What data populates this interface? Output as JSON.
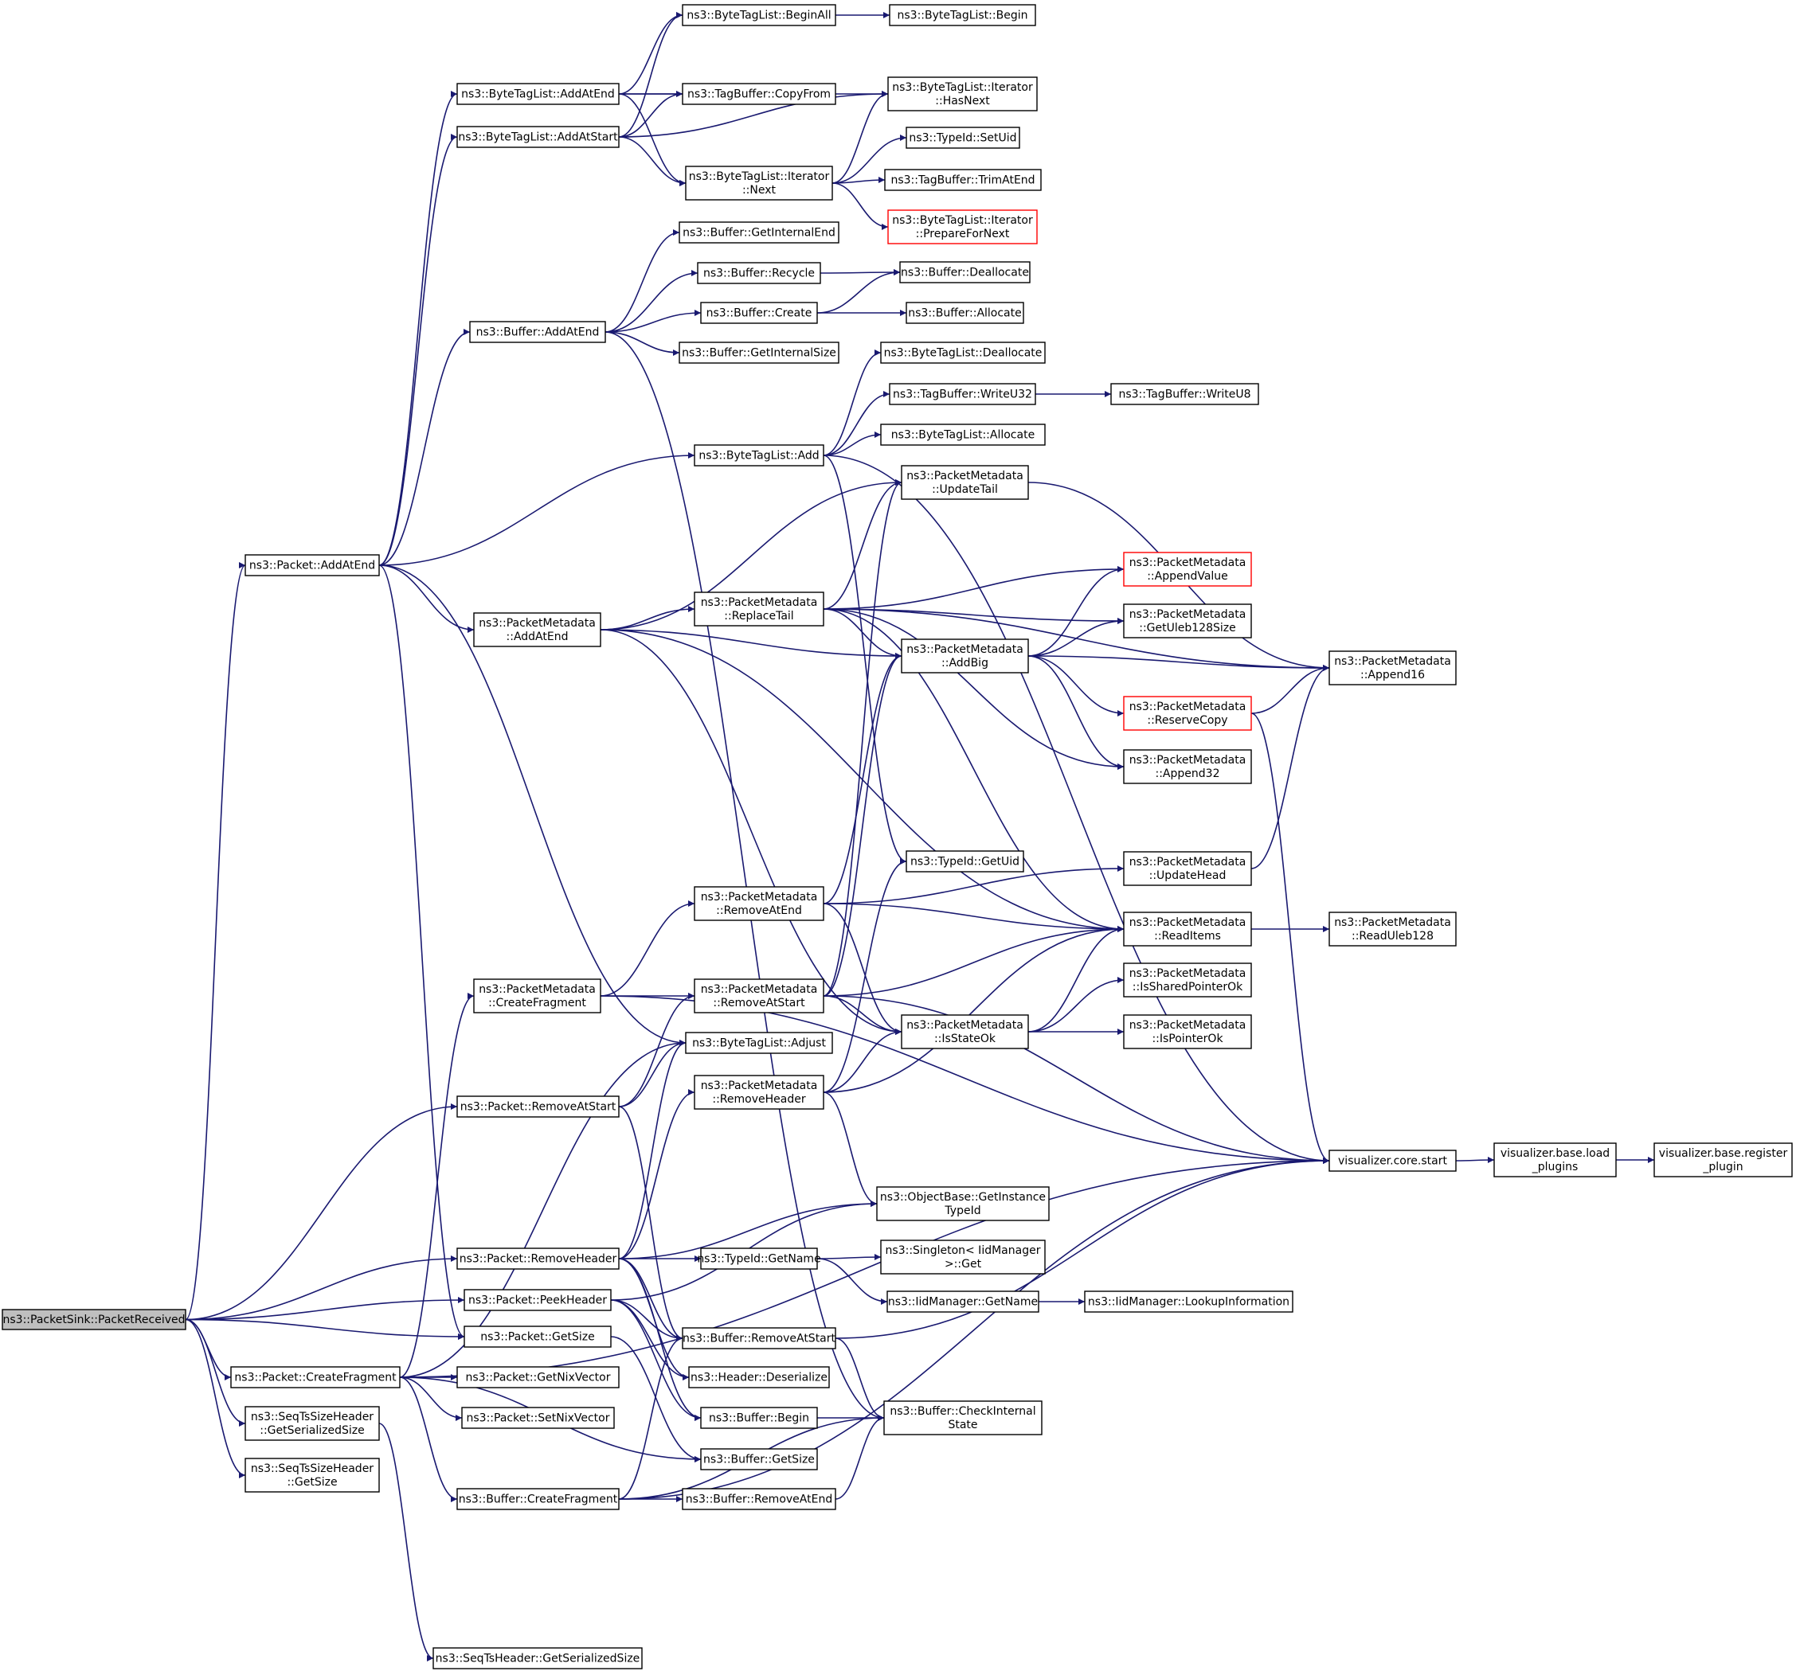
{
  "colors": {
    "edge": "#191970",
    "node_border": "#000000",
    "node_fill": "#ffffff",
    "root_fill": "#bfbfbf",
    "truncated_border": "#ff0000",
    "text": "#000000"
  },
  "nodes": [
    {
      "id": "root",
      "lines": [
        "ns3::PacketSink::PacketReceived"
      ],
      "root": true
    },
    {
      "id": "p_addatend",
      "lines": [
        "ns3::Packet::AddAtEnd"
      ]
    },
    {
      "id": "p_removeatstart",
      "lines": [
        "ns3::Packet::RemoveAtStart"
      ]
    },
    {
      "id": "p_removeheader",
      "lines": [
        "ns3::Packet::RemoveHeader"
      ]
    },
    {
      "id": "p_peekheader",
      "lines": [
        "ns3::Packet::PeekHeader"
      ]
    },
    {
      "id": "p_getsize",
      "lines": [
        "ns3::Packet::GetSize"
      ]
    },
    {
      "id": "p_createfragment",
      "lines": [
        "ns3::Packet::CreateFragment"
      ]
    },
    {
      "id": "seq_getser",
      "lines": [
        "ns3::SeqTsSizeHeader",
        "::GetSerializedSize"
      ]
    },
    {
      "id": "seq_getsize",
      "lines": [
        "ns3::SeqTsSizeHeader",
        "::GetSize"
      ]
    },
    {
      "id": "btl_addatend",
      "lines": [
        "ns3::ByteTagList::AddAtEnd"
      ]
    },
    {
      "id": "btl_addatstart",
      "lines": [
        "ns3::ByteTagList::AddAtStart"
      ]
    },
    {
      "id": "b_addatend",
      "lines": [
        "ns3::Buffer::AddAtEnd"
      ]
    },
    {
      "id": "pm_addatend",
      "lines": [
        "ns3::PacketMetadata",
        "::AddAtEnd"
      ]
    },
    {
      "id": "pm_createfragment",
      "lines": [
        "ns3::PacketMetadata",
        "::CreateFragment"
      ]
    },
    {
      "id": "p_getnixvector",
      "lines": [
        "ns3::Packet::GetNixVector"
      ]
    },
    {
      "id": "p_setnixvector",
      "lines": [
        "ns3::Packet::SetNixVector"
      ]
    },
    {
      "id": "b_createfragment",
      "lines": [
        "ns3::Buffer::CreateFragment"
      ]
    },
    {
      "id": "seqts_getser",
      "lines": [
        "ns3::SeqTsHeader::GetSerializedSize"
      ]
    },
    {
      "id": "btl_beginall",
      "lines": [
        "ns3::ByteTagList::BeginAll"
      ]
    },
    {
      "id": "tb_copyfrom",
      "lines": [
        "ns3::TagBuffer::CopyFrom"
      ]
    },
    {
      "id": "btli_next",
      "lines": [
        "ns3::ByteTagList::Iterator",
        "::Next"
      ]
    },
    {
      "id": "b_getinternalend",
      "lines": [
        "ns3::Buffer::GetInternalEnd"
      ]
    },
    {
      "id": "b_recycle",
      "lines": [
        "ns3::Buffer::Recycle"
      ]
    },
    {
      "id": "b_create",
      "lines": [
        "ns3::Buffer::Create"
      ]
    },
    {
      "id": "b_getinternalsize",
      "lines": [
        "ns3::Buffer::GetInternalSize"
      ]
    },
    {
      "id": "btl_add",
      "lines": [
        "ns3::ByteTagList::Add"
      ]
    },
    {
      "id": "pm_replacetail",
      "lines": [
        "ns3::PacketMetadata",
        "::ReplaceTail"
      ]
    },
    {
      "id": "pm_removeatend",
      "lines": [
        "ns3::PacketMetadata",
        "::RemoveAtEnd"
      ]
    },
    {
      "id": "pm_removeatstart",
      "lines": [
        "ns3::PacketMetadata",
        "::RemoveAtStart"
      ]
    },
    {
      "id": "btl_adjust",
      "lines": [
        "ns3::ByteTagList::Adjust"
      ]
    },
    {
      "id": "pm_removeheader",
      "lines": [
        "ns3::PacketMetadata",
        "::RemoveHeader"
      ]
    },
    {
      "id": "tid_getname",
      "lines": [
        "ns3::TypeId::GetName"
      ]
    },
    {
      "id": "b_removeatstart",
      "lines": [
        "ns3::Buffer::RemoveAtStart"
      ]
    },
    {
      "id": "h_deserialize",
      "lines": [
        "ns3::Header::Deserialize"
      ]
    },
    {
      "id": "b_begin",
      "lines": [
        "ns3::Buffer::Begin"
      ]
    },
    {
      "id": "b_getsize",
      "lines": [
        "ns3::Buffer::GetSize"
      ]
    },
    {
      "id": "b_removeatend",
      "lines": [
        "ns3::Buffer::RemoveAtEnd"
      ]
    },
    {
      "id": "btl_begin",
      "lines": [
        "ns3::ByteTagList::Begin"
      ]
    },
    {
      "id": "btli_hasnext",
      "lines": [
        "ns3::ByteTagList::Iterator",
        "::HasNext"
      ]
    },
    {
      "id": "tid_setuid",
      "lines": [
        "ns3::TypeId::SetUid"
      ]
    },
    {
      "id": "tb_trimatend",
      "lines": [
        "ns3::TagBuffer::TrimAtEnd"
      ]
    },
    {
      "id": "btli_prepare",
      "lines": [
        "ns3::ByteTagList::Iterator",
        "::PrepareForNext"
      ],
      "truncated": true
    },
    {
      "id": "b_deallocate",
      "lines": [
        "ns3::Buffer::Deallocate"
      ]
    },
    {
      "id": "b_allocate",
      "lines": [
        "ns3::Buffer::Allocate"
      ]
    },
    {
      "id": "btl_deallocate",
      "lines": [
        "ns3::ByteTagList::Deallocate"
      ]
    },
    {
      "id": "tb_writeu32",
      "lines": [
        "ns3::TagBuffer::WriteU32"
      ]
    },
    {
      "id": "btl_allocate",
      "lines": [
        "ns3::ByteTagList::Allocate"
      ]
    },
    {
      "id": "pm_updatetail",
      "lines": [
        "ns3::PacketMetadata",
        "::UpdateTail"
      ]
    },
    {
      "id": "pm_addbig",
      "lines": [
        "ns3::PacketMetadata",
        "::AddBig"
      ]
    },
    {
      "id": "tid_getuid",
      "lines": [
        "ns3::TypeId::GetUid"
      ]
    },
    {
      "id": "pm_isstateok",
      "lines": [
        "ns3::PacketMetadata",
        "::IsStateOk"
      ]
    },
    {
      "id": "ob_getinstance",
      "lines": [
        "ns3::ObjectBase::GetInstance",
        "TypeId"
      ]
    },
    {
      "id": "singleton_get",
      "lines": [
        "ns3::Singleton< IidManager",
        " >::Get"
      ]
    },
    {
      "id": "iid_getname",
      "lines": [
        "ns3::IidManager::GetName"
      ]
    },
    {
      "id": "b_checkinternal",
      "lines": [
        "ns3::Buffer::CheckInternal",
        "State"
      ]
    },
    {
      "id": "tb_writeu8",
      "lines": [
        "ns3::TagBuffer::WriteU8"
      ]
    },
    {
      "id": "pm_appendvalue",
      "lines": [
        "ns3::PacketMetadata",
        "::AppendValue"
      ],
      "truncated": true
    },
    {
      "id": "pm_getuleb",
      "lines": [
        "ns3::PacketMetadata",
        "::GetUleb128Size"
      ]
    },
    {
      "id": "pm_reservecopy",
      "lines": [
        "ns3::PacketMetadata",
        "::ReserveCopy"
      ],
      "truncated": true
    },
    {
      "id": "pm_append32",
      "lines": [
        "ns3::PacketMetadata",
        "::Append32"
      ]
    },
    {
      "id": "pm_updatehead",
      "lines": [
        "ns3::PacketMetadata",
        "::UpdateHead"
      ]
    },
    {
      "id": "pm_readitems",
      "lines": [
        "ns3::PacketMetadata",
        "::ReadItems"
      ]
    },
    {
      "id": "pm_issharedptr",
      "lines": [
        "ns3::PacketMetadata",
        "::IsSharedPointerOk"
      ]
    },
    {
      "id": "pm_isptrok",
      "lines": [
        "ns3::PacketMetadata",
        "::IsPointerOk"
      ]
    },
    {
      "id": "vis_core_start",
      "lines": [
        "visualizer.core.start"
      ]
    },
    {
      "id": "iid_lookup",
      "lines": [
        "ns3::IidManager::LookupInformation"
      ]
    },
    {
      "id": "pm_append16",
      "lines": [
        "ns3::PacketMetadata",
        "::Append16"
      ]
    },
    {
      "id": "pm_readuleb",
      "lines": [
        "ns3::PacketMetadata",
        "::ReadUleb128"
      ]
    },
    {
      "id": "vis_load",
      "lines": [
        "visualizer.base.load",
        "_plugins"
      ]
    },
    {
      "id": "vis_register",
      "lines": [
        "visualizer.base.register",
        "_plugin"
      ]
    }
  ]
}
